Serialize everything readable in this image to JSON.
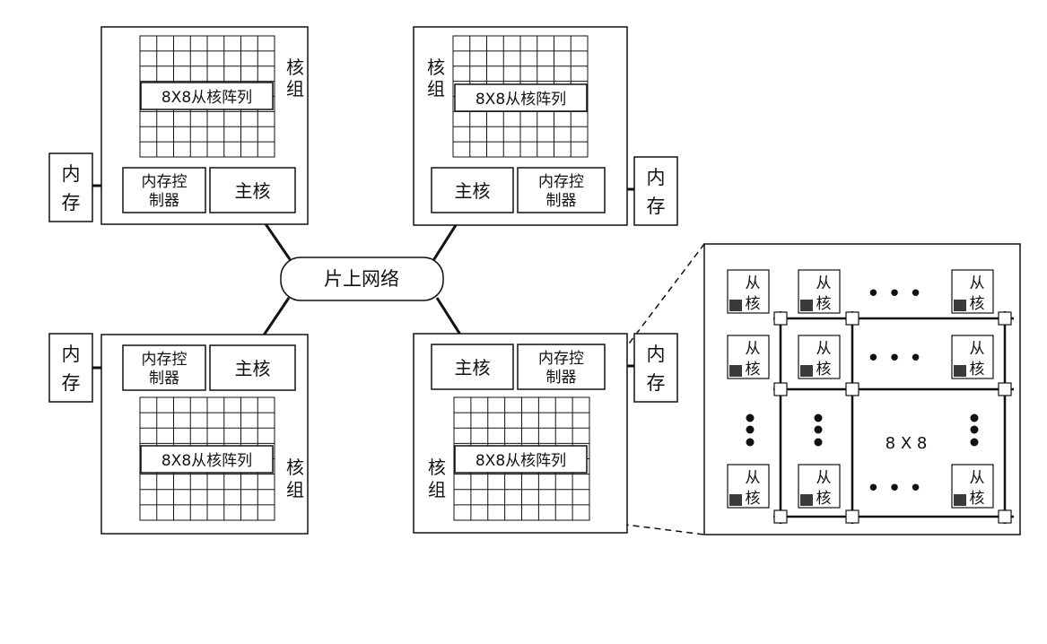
{
  "colors": {
    "line": "#111111",
    "background": "#ffffff",
    "slave_core_fill": "#3a3a3a"
  },
  "labels": {
    "network": "片上网络",
    "memory_line1": "内",
    "memory_line2": "存",
    "memctrl_line1": "内存控",
    "memctrl_line2": "制器",
    "main_core": "主核",
    "core_group_line1": "核",
    "core_group_line2": "组",
    "slave_array": "8X8从核阵列",
    "slave_core_line1": "从",
    "slave_core_line2": "核",
    "detail_size": "8 X 8",
    "ellipsis_horizontal": "• • •"
  }
}
